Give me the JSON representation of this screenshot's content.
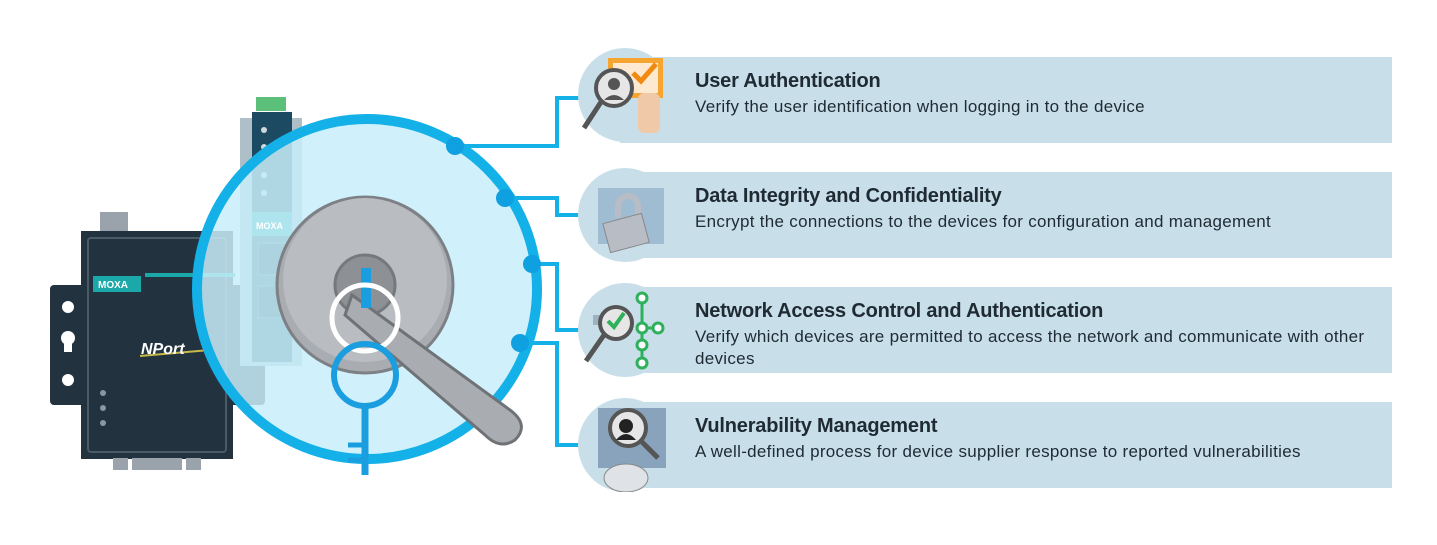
{
  "colors": {
    "ring": "#14b0e8",
    "ring_fill": "#c8eefa",
    "card_bg": "#c8dfea",
    "device_dark": "#22323f",
    "moxa_teal": "#1aa8a8"
  },
  "device_labels": {
    "brand": "MOXA",
    "product": "NPort"
  },
  "features": [
    {
      "title": "User Authentication",
      "description": "Verify the user identification when logging in to the device",
      "icon": "magnifier-user-id-card-icon"
    },
    {
      "title": "Data Integrity and Confidentiality",
      "description": "Encrypt the connections to the devices for configuration and management",
      "icon": "padlock-data-icon"
    },
    {
      "title": "Network Access Control and Authentication",
      "description": "Verify which devices are permitted to access the network and communicate with other devices",
      "icon": "magnifier-network-check-icon"
    },
    {
      "title": "Vulnerability Management",
      "description": "A well-defined process for device supplier response to reported vulnerabilities",
      "icon": "magnifier-hacker-icon"
    }
  ]
}
